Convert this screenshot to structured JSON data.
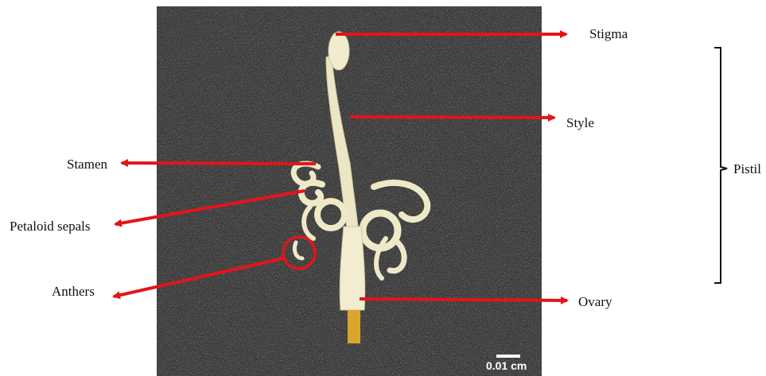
{
  "labels": {
    "stigma": "Stigma",
    "style": "Style",
    "stamen": "Stamen",
    "petaloid_sepals": "Petaloid sepals",
    "anthers": "Anthers",
    "ovary": "Ovary",
    "pistil": "Pistil"
  },
  "photo": {
    "scale_bar_text": "0.01 cm"
  },
  "colors": {
    "arrow": "#e4141b",
    "background_fabric": "#3c3c3c",
    "flower": "#efe9c8",
    "stalk": "#d9a62c",
    "bracket": "#111111"
  }
}
